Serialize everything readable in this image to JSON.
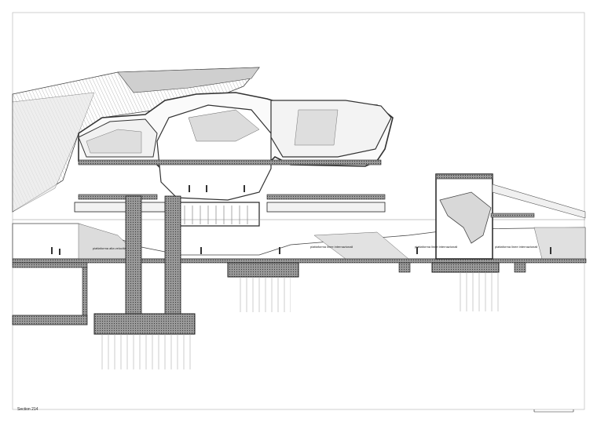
{
  "drawing": {
    "title": "Section 214"
  },
  "labels": {
    "platform_1": "piattaforma alta velocità",
    "platform_2": "piattaforma linee internazionali",
    "platform_3": "piattaforma linee internazionali",
    "platform_4": "piattaforma linee internazionali"
  }
}
